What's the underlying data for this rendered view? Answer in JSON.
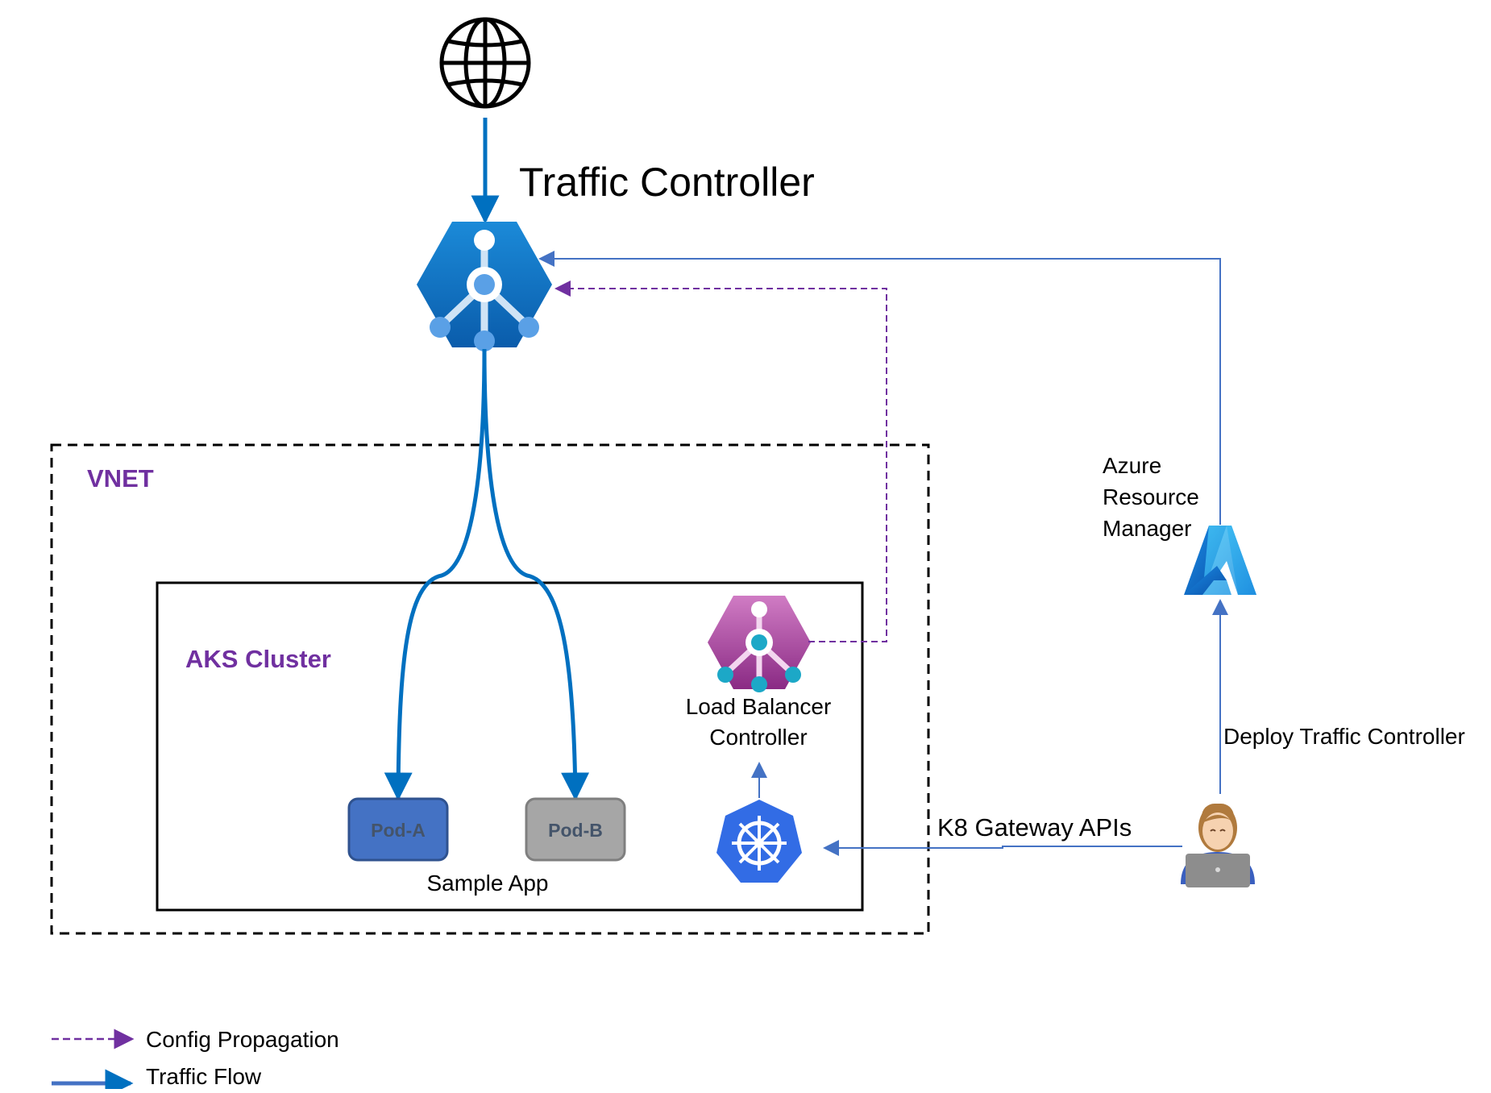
{
  "diagram": {
    "title": "Traffic Controller",
    "vnet_label": "VNET",
    "aks_label": "AKS Cluster",
    "pod_a": "Pod-A",
    "pod_b": "Pod-B",
    "sample_app": "Sample App",
    "lbc_line1": "Load Balancer",
    "lbc_line2": "Controller",
    "arm_line1": "Azure",
    "arm_line2": "Resource",
    "arm_line3": "Manager",
    "deploy_label": "Deploy Traffic Controller",
    "gateway_label": "K8 Gateway APIs",
    "legend": {
      "config": "Config Propagation",
      "traffic": "Traffic Flow"
    }
  },
  "icons": {
    "internet": "globe-icon",
    "traffic_controller": "traffic-controller-icon",
    "load_balancer_controller": "load-balancer-controller-icon",
    "kubernetes": "kubernetes-icon",
    "azure_resource_manager": "azure-icon",
    "user": "developer-icon"
  },
  "colors": {
    "traffic_flow": "#0070c0",
    "config_propagation": "#7030a0",
    "arm_arrow": "#4472c4",
    "pod_a_fill": "#4472c4",
    "pod_b_fill": "#a6a6a6",
    "label_purple": "#7030a0"
  }
}
